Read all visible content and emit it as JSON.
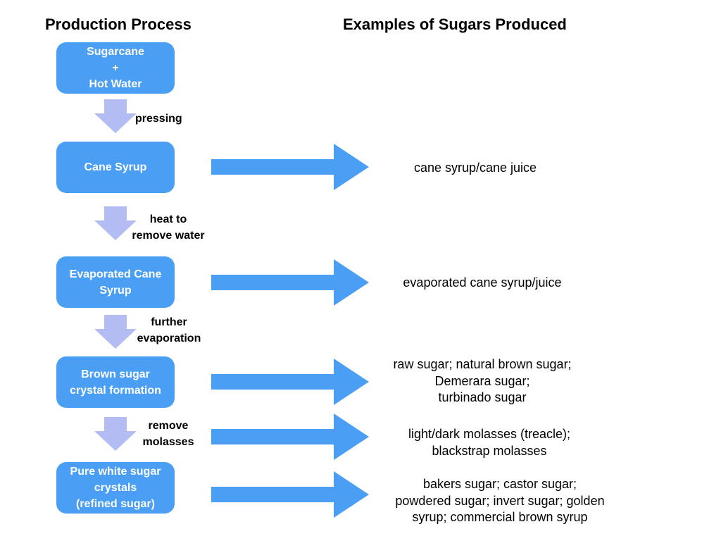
{
  "headings": {
    "left": "Production Process",
    "right": "Examples of Sugars Produced"
  },
  "colors": {
    "box_fill": "#4a9ff5",
    "down_arrow": "#b4bcf4",
    "right_arrow": "#4a9ff5"
  },
  "stages": [
    {
      "lines": [
        "Sugarcane",
        "+",
        "Hot Water"
      ]
    },
    {
      "lines": [
        "Cane Syrup"
      ]
    },
    {
      "lines": [
        "Evaporated Cane",
        "Syrup"
      ]
    },
    {
      "lines": [
        "Brown sugar",
        "crystal formation"
      ]
    },
    {
      "lines": [
        "Pure white sugar",
        "crystals",
        "(refined sugar)"
      ]
    }
  ],
  "steps": [
    {
      "lines": [
        "pressing"
      ]
    },
    {
      "lines": [
        "heat to",
        "remove water"
      ]
    },
    {
      "lines": [
        "further",
        "evaporation"
      ]
    },
    {
      "lines": [
        "remove",
        "molasses"
      ]
    }
  ],
  "examples": [
    {
      "lines": [
        "cane syrup/cane juice"
      ]
    },
    {
      "lines": [
        "evaporated cane syrup/juice"
      ]
    },
    {
      "lines": [
        "raw sugar; natural brown sugar;",
        "Demerara sugar;",
        "turbinado sugar"
      ]
    },
    {
      "lines": [
        "light/dark molasses (treacle);",
        "blackstrap molasses"
      ]
    },
    {
      "lines": [
        "bakers sugar; castor sugar;",
        "powdered sugar; invert sugar; golden",
        "syrup; commercial brown syrup"
      ]
    }
  ]
}
